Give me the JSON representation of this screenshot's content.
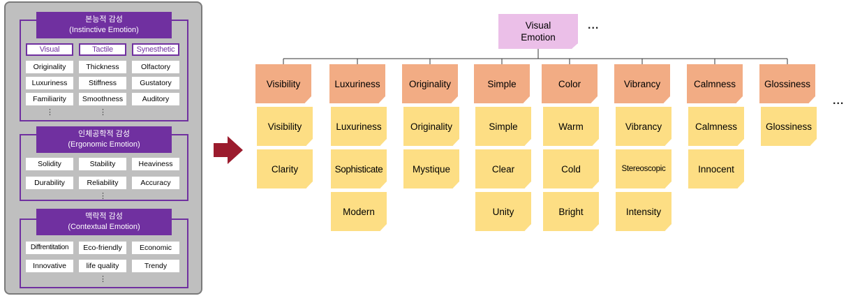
{
  "left_panel": {
    "instinctive": {
      "title_ko": "본능적 감성",
      "title_en": "(Instinctive Emotion)",
      "headers": [
        "Visual",
        "Tactile",
        "Synesthetic"
      ],
      "rows": [
        [
          "Originality",
          "Thickness",
          "Olfactory"
        ],
        [
          "Luxuriness",
          "Stiffness",
          "Gustatory"
        ],
        [
          "Familiarity",
          "Smoothness",
          "Auditory"
        ]
      ],
      "more": "⋮"
    },
    "ergonomic": {
      "title_ko": "인체공학적 감성",
      "title_en": "(Ergonomic Emotion)",
      "rows": [
        [
          "Solidity",
          "Stability",
          "Heaviness"
        ],
        [
          "Durability",
          "Reliability",
          "Accuracy"
        ]
      ],
      "more": "⋮"
    },
    "contextual": {
      "title_ko": "맥락적 감성",
      "title_en": "(Contextual Emotion)",
      "rows": [
        [
          "Diffrentitation",
          "Eco-friendly",
          "Economic"
        ],
        [
          "Innovative",
          "life quality",
          "Trendy"
        ]
      ],
      "more": "⋮"
    }
  },
  "tree": {
    "root_line1": "Visual",
    "root_line2": "Emotion",
    "root_more": "...",
    "columns_more": "...",
    "columns": [
      {
        "head": "Visibility",
        "items": [
          "Visibility",
          "Clarity"
        ]
      },
      {
        "head": "Luxuriness",
        "items": [
          "Luxuriness",
          "Sophisticate",
          "Modern"
        ]
      },
      {
        "head": "Originality",
        "items": [
          "Originality",
          "Mystique"
        ]
      },
      {
        "head": "Simple",
        "items": [
          "Simple",
          "Clear",
          "Unity"
        ]
      },
      {
        "head": "Color",
        "items": [
          "Warm",
          "Cold",
          "Bright"
        ]
      },
      {
        "head": "Vibrancy",
        "items": [
          "Vibrancy",
          "Stereoscopic",
          "Intensity"
        ]
      },
      {
        "head": "Calmness",
        "items": [
          "Calmness",
          "Innocent"
        ]
      },
      {
        "head": "Glossiness",
        "items": [
          "Glossiness"
        ]
      }
    ]
  },
  "colors": {
    "category_purple": "#7030a0",
    "panel_gray": "#bfbfbf",
    "root_pink": "#ebbfe8",
    "head_orange": "#f2ac84",
    "item_yellow": "#fdde84",
    "arrow_red": "#9b1b2d"
  }
}
